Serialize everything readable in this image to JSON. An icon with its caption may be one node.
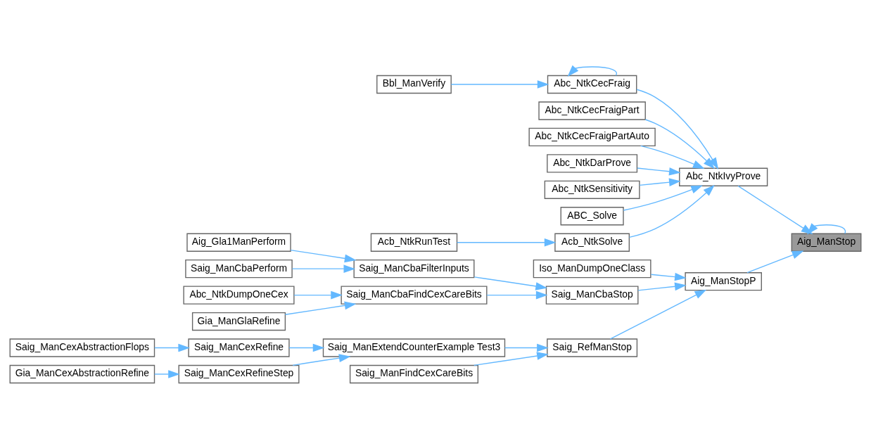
{
  "diagram": {
    "nodes": [
      {
        "text": [
          "Aig_ManStop"
        ]
      },
      {
        "text": [
          "Abc_NtkIvyProve"
        ]
      },
      {
        "text": [
          "Aig_ManStopP"
        ]
      },
      {
        "text": [
          "Abc_NtkCecFraig"
        ]
      },
      {
        "text": [
          "Abc_NtkCecFraigPart"
        ]
      },
      {
        "text": [
          "Abc_NtkCecFraigPartAuto"
        ]
      },
      {
        "text": [
          "Abc_NtkDarProve"
        ]
      },
      {
        "text": [
          "Abc_NtkSensitivity"
        ]
      },
      {
        "text": [
          "ABC_Solve"
        ]
      },
      {
        "text": [
          "Acb_NtkSolve"
        ]
      },
      {
        "text": [
          "Bbl_ManVerify"
        ]
      },
      {
        "text": [
          "Acb_NtkRunTest"
        ]
      },
      {
        "text": [
          "Iso_ManDumpOneClass"
        ]
      },
      {
        "text": [
          "Saig_ManCbaStop"
        ]
      },
      {
        "text": [
          "Saig_RefManStop"
        ]
      },
      {
        "text": [
          "Saig_ManCbaFilterInputs"
        ]
      },
      {
        "text": [
          "Saig_ManCbaFindCexCareBits"
        ]
      },
      {
        "text": [
          "Saig_ManExtendCounterExample Test3"
        ]
      },
      {
        "text": [
          "Saig_ManFindCexCareBits"
        ]
      },
      {
        "text": [
          "Aig_Gla1ManPerform"
        ]
      },
      {
        "text": [
          "Saig_ManCbaPerform"
        ]
      },
      {
        "text": [
          "Abc_NtkDumpOneCex"
        ]
      },
      {
        "text": [
          "Gia_ManGlaRefine"
        ]
      },
      {
        "text": [
          "Saig_ManCexRefine"
        ]
      },
      {
        "text": [
          "Saig_ManCexRefineStep"
        ]
      },
      {
        "text": [
          "Saig_ManCexAbstractionFlops"
        ]
      },
      {
        "text": [
          "Gia_ManCexAbstractionRefine"
        ]
      }
    ],
    "edges": [
      {
        "from": 0,
        "to": 0,
        "arrow": "to"
      },
      {
        "from": 1,
        "to": 0,
        "arrow": "to"
      },
      {
        "from": 2,
        "to": 0,
        "arrow": "to"
      },
      {
        "from": 3,
        "to": 1,
        "arrow": "to"
      },
      {
        "from": 4,
        "to": 1,
        "arrow": "to"
      },
      {
        "from": 5,
        "to": 1,
        "arrow": "to"
      },
      {
        "from": 6,
        "to": 1,
        "arrow": "to"
      },
      {
        "from": 7,
        "to": 1,
        "arrow": "to"
      },
      {
        "from": 8,
        "to": 1,
        "arrow": "to"
      },
      {
        "from": 9,
        "to": 1,
        "arrow": "to"
      },
      {
        "from": 3,
        "to": 3,
        "arrow": "to"
      },
      {
        "from": 10,
        "to": 3,
        "arrow": "to"
      },
      {
        "from": 11,
        "to": 9,
        "arrow": "to"
      },
      {
        "from": 12,
        "to": 2,
        "arrow": "to"
      },
      {
        "from": 13,
        "to": 2,
        "arrow": "to"
      },
      {
        "from": 14,
        "to": 2,
        "arrow": "to"
      },
      {
        "from": 15,
        "to": 13,
        "arrow": "to"
      },
      {
        "from": 16,
        "to": 13,
        "arrow": "to"
      },
      {
        "from": 19,
        "to": 15,
        "arrow": "to"
      },
      {
        "from": 20,
        "to": 15,
        "arrow": "to"
      },
      {
        "from": 21,
        "to": 16,
        "arrow": "to"
      },
      {
        "from": 22,
        "to": 16,
        "arrow": "to"
      },
      {
        "from": 17,
        "to": 14,
        "arrow": "to"
      },
      {
        "from": 18,
        "to": 14,
        "arrow": "to"
      },
      {
        "from": 23,
        "to": 17,
        "arrow": "to"
      },
      {
        "from": 24,
        "to": 17,
        "arrow": "to"
      },
      {
        "from": 25,
        "to": 23,
        "arrow": "to"
      },
      {
        "from": 26,
        "to": 24,
        "arrow": "to"
      }
    ]
  }
}
